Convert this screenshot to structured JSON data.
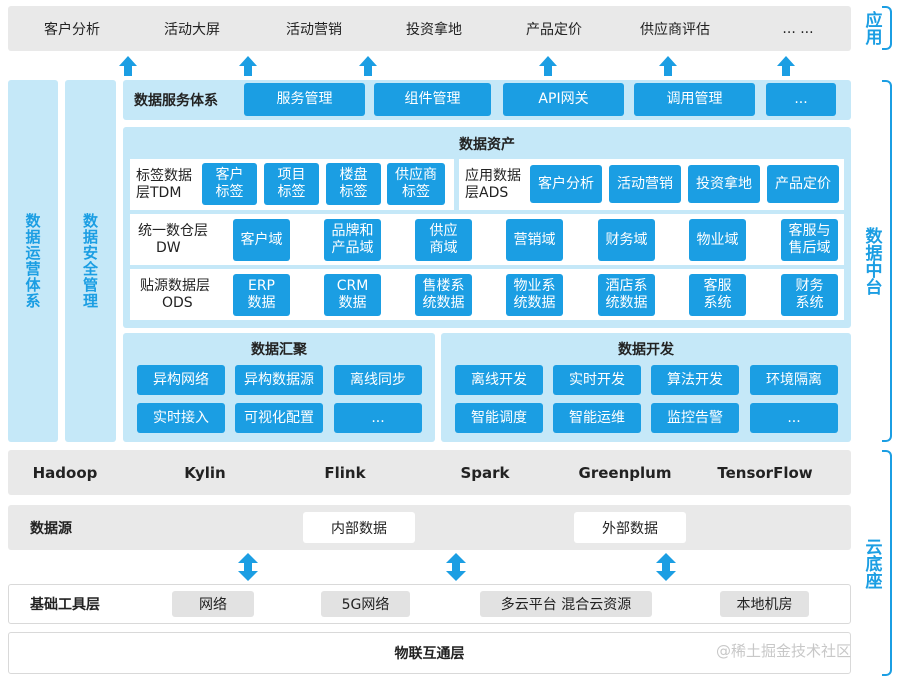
{
  "app_layer": {
    "items": [
      "客户分析",
      "活动大屏",
      "活动营销",
      "投资拿地",
      "产品定价",
      "供应商评估",
      "... ..."
    ],
    "side_label": "应用"
  },
  "left_columns": {
    "ops": "数据运营体系",
    "security": "数据安全管理"
  },
  "service_system": {
    "title": "数据服务体系",
    "items": [
      "服务管理",
      "组件管理",
      "API网关",
      "调用管理",
      "..."
    ]
  },
  "data_assets": {
    "title": "数据资产",
    "tdm": {
      "label_line1": "标签数据",
      "label_line2": "层TDM",
      "items": [
        [
          "客户",
          "标签"
        ],
        [
          "项目",
          "标签"
        ],
        [
          "楼盘",
          "标签"
        ],
        [
          "供应商",
          "标签"
        ]
      ]
    },
    "ads": {
      "label_line1": "应用数据",
      "label_line2": "层ADS",
      "items": [
        "客户分析",
        "活动营销",
        "投资拿地",
        "产品定价"
      ]
    },
    "dw": {
      "label_line1": "统一数仓层",
      "label_line2": "DW",
      "items": [
        [
          "客户域"
        ],
        [
          "品牌和",
          "产品域"
        ],
        [
          "供应",
          "商域"
        ],
        [
          "营销域"
        ],
        [
          "财务域"
        ],
        [
          "物业域"
        ],
        [
          "客服与",
          "售后域"
        ]
      ]
    },
    "ods": {
      "label_line1": "贴源数据层",
      "label_line2": "ODS",
      "items": [
        [
          "ERP",
          "数据"
        ],
        [
          "CRM",
          "数据"
        ],
        [
          "售楼系",
          "统数据"
        ],
        [
          "物业系",
          "统数据"
        ],
        [
          "酒店系",
          "统数据"
        ],
        [
          "客服",
          "系统"
        ],
        [
          "财务",
          "系统"
        ]
      ]
    }
  },
  "aggregation": {
    "title": "数据汇聚",
    "items": [
      "异构网络",
      "异构数据源",
      "离线同步",
      "实时接入",
      "可视化配置",
      "..."
    ]
  },
  "development": {
    "title": "数据开发",
    "items": [
      "离线开发",
      "实时开发",
      "算法开发",
      "环境隔离",
      "智能调度",
      "智能运维",
      "监控告警",
      "..."
    ]
  },
  "middle_side_label": "数据中台",
  "tech_stack": [
    "Hadoop",
    "Kylin",
    "Flink",
    "Spark",
    "Greenplum",
    "TensorFlow"
  ],
  "data_source": {
    "title": "数据源",
    "internal": "内部数据",
    "external": "外部数据"
  },
  "infra_tools": {
    "title": "基础工具层",
    "items": [
      "网络",
      "5G网络",
      "多云平台 混合云资源",
      "本地机房"
    ]
  },
  "iot_layer": "物联互通层",
  "base_side_label": "云底座",
  "watermark": "@稀土掘金技术社区",
  "colors": {
    "accent": "#1b9ee3",
    "panel": "#c5e8f8",
    "gray": "#e9e9e9"
  }
}
